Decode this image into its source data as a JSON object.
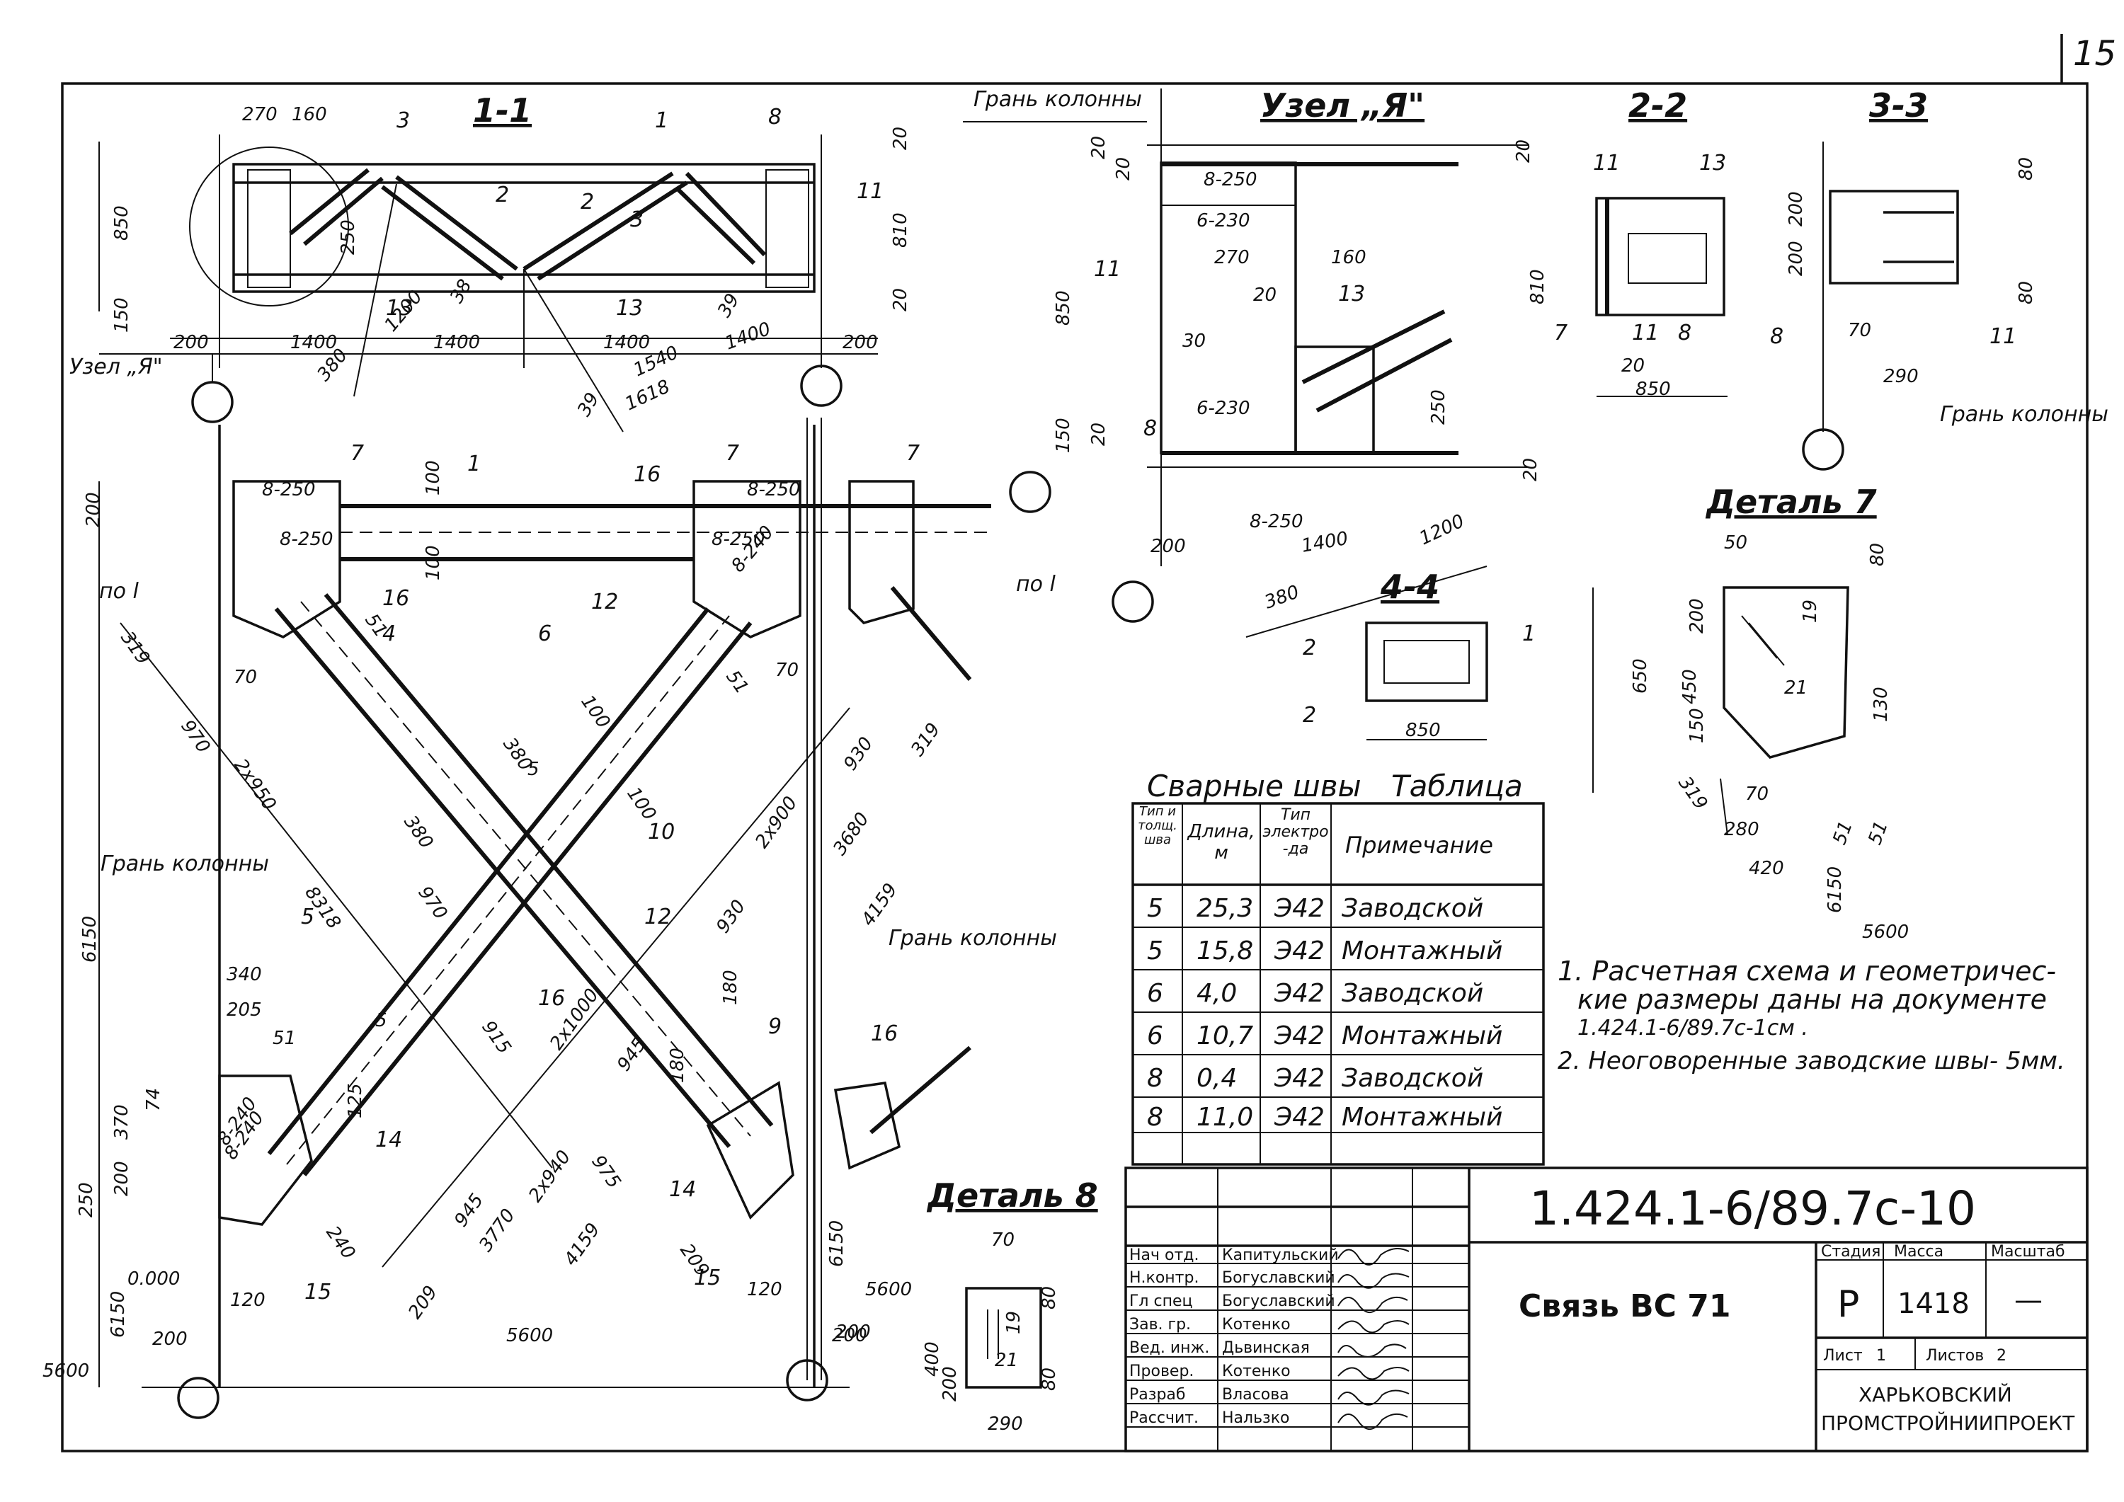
{
  "sheet_number": "15",
  "titles": {
    "section_1_1": "1-1",
    "node_a": "Узел „Я\"",
    "section_2_2": "2-2",
    "section_3_3": "3-3",
    "section_4_4": "4-4",
    "detail_7": "Деталь 7",
    "detail_8": "Деталь 8"
  },
  "labels": {
    "column_face": "Грань колонны",
    "node_a_ref": "Узел „Я\"",
    "pol": "по l",
    "welds_title": "Сварные швы",
    "table_word": "Таблица"
  },
  "weld_table": {
    "headers": [
      "Тип и толщ. шва",
      "Длина, м",
      "Тип электро-да",
      "Примечание"
    ],
    "rows": [
      [
        "5",
        "25,3",
        "Э42",
        "Заводской"
      ],
      [
        "5",
        "15,8",
        "Э42",
        "Монтажный"
      ],
      [
        "6",
        "4,0",
        "Э42",
        "Заводской"
      ],
      [
        "6",
        "10,7",
        "Э42",
        "Монтажный"
      ],
      [
        "8",
        "0,4",
        "Э42",
        "Заводской"
      ],
      [
        "8",
        "11,0",
        "Э42",
        "Монтажный"
      ]
    ]
  },
  "notes": [
    "1. Расчетная схема и геометричес-",
    "кие размеры даны на документе",
    "1.424.1-6/89.7с-1см .",
    "2. Неоговоренные заводские швы- 5мм."
  ],
  "title_block": {
    "doc_code": "1.424.1-6/89.7с-10",
    "title": "Связь ВС 71",
    "stage_label": "Стадия",
    "mass_label": "Масса",
    "scale_label": "Масштаб",
    "stage": "Р",
    "mass": "1418",
    "scale": "—",
    "sheet_label": "Лист",
    "sheet": "1",
    "sheets_label": "Листов",
    "sheets": "2",
    "org_line1": "ХАРЬКОВСКИЙ",
    "org_line2": "ПРОМСТРОЙНИИПРОЕКТ",
    "signers": [
      [
        "Нач отд.",
        "Капитульский"
      ],
      [
        "Н.контр.",
        "Богуславский"
      ],
      [
        "Гл спец",
        "Богуславский"
      ],
      [
        "Зав. гр.",
        "Котенко"
      ],
      [
        "Вед. инж.",
        "Дьвинская"
      ],
      [
        "Провер.",
        "Котенко"
      ],
      [
        "Разраб",
        "Власова"
      ],
      [
        "Рассчит.",
        "Нальзко"
      ]
    ]
  },
  "dims": {
    "s11": [
      "270",
      "160",
      "850",
      "150",
      "200",
      "1400",
      "380",
      "1200",
      "1400",
      "1400",
      "1540",
      "1618",
      "1400",
      "200",
      "20",
      "810",
      "20",
      "39",
      "38",
      "39",
      "250",
      "13",
      "13",
      "3",
      "3",
      "1",
      "8",
      "11",
      "2",
      "2"
    ],
    "nodeA": [
      "20",
      "20",
      "8-250",
      "6-230",
      "270",
      "160",
      "11",
      "20",
      "13",
      "850",
      "810",
      "30",
      "6-230",
      "150",
      "20",
      "20",
      "250",
      "8-250",
      "200",
      "1400",
      "1200",
      "380",
      "20",
      "8"
    ],
    "s22": [
      "11",
      "13",
      "7",
      "11",
      "8",
      "20",
      "850"
    ],
    "s33": [
      "80",
      "200",
      "200",
      "80",
      "8",
      "70",
      "11",
      "290"
    ],
    "s44": [
      "2",
      "2",
      "1",
      "850"
    ],
    "main": [
      "200",
      "7",
      "8-250",
      "8-250",
      "100",
      "100",
      "1",
      "16",
      "7",
      "8-250",
      "8-250",
      "8-240",
      "7",
      "16",
      "12",
      "319",
      "4",
      "51",
      "70",
      "51",
      "6",
      "100",
      "70",
      "970",
      "380",
      "5",
      "2x950",
      "380",
      "100",
      "930",
      "319",
      "3680",
      "2x900",
      "970",
      "8318",
      "10",
      "930",
      "4159",
      "6150",
      "340",
      "205",
      "5",
      "12",
      "16",
      "915",
      "180",
      "9",
      "180",
      "2x1000",
      "945",
      "5",
      "51",
      "74",
      "370",
      "125",
      "14",
      "8-240",
      "240",
      "945",
      "209",
      "3770",
      "4159",
      "2x940",
      "975",
      "14",
      "16",
      "250",
      "200",
      "8-240",
      "120",
      "15",
      "120",
      "15",
      "200",
      "0.000",
      "6150",
      "5600",
      "200",
      "5600",
      "209",
      "200",
      "5600",
      "6150"
    ],
    "d7": [
      "50",
      "80",
      "200",
      "19",
      "450",
      "650",
      "21",
      "130",
      "150",
      "319",
      "70",
      "280",
      "420",
      "51",
      "51",
      "6150",
      "5600"
    ],
    "d8": [
      "70",
      "19",
      "400",
      "80",
      "21",
      "80",
      "200",
      "290"
    ]
  }
}
